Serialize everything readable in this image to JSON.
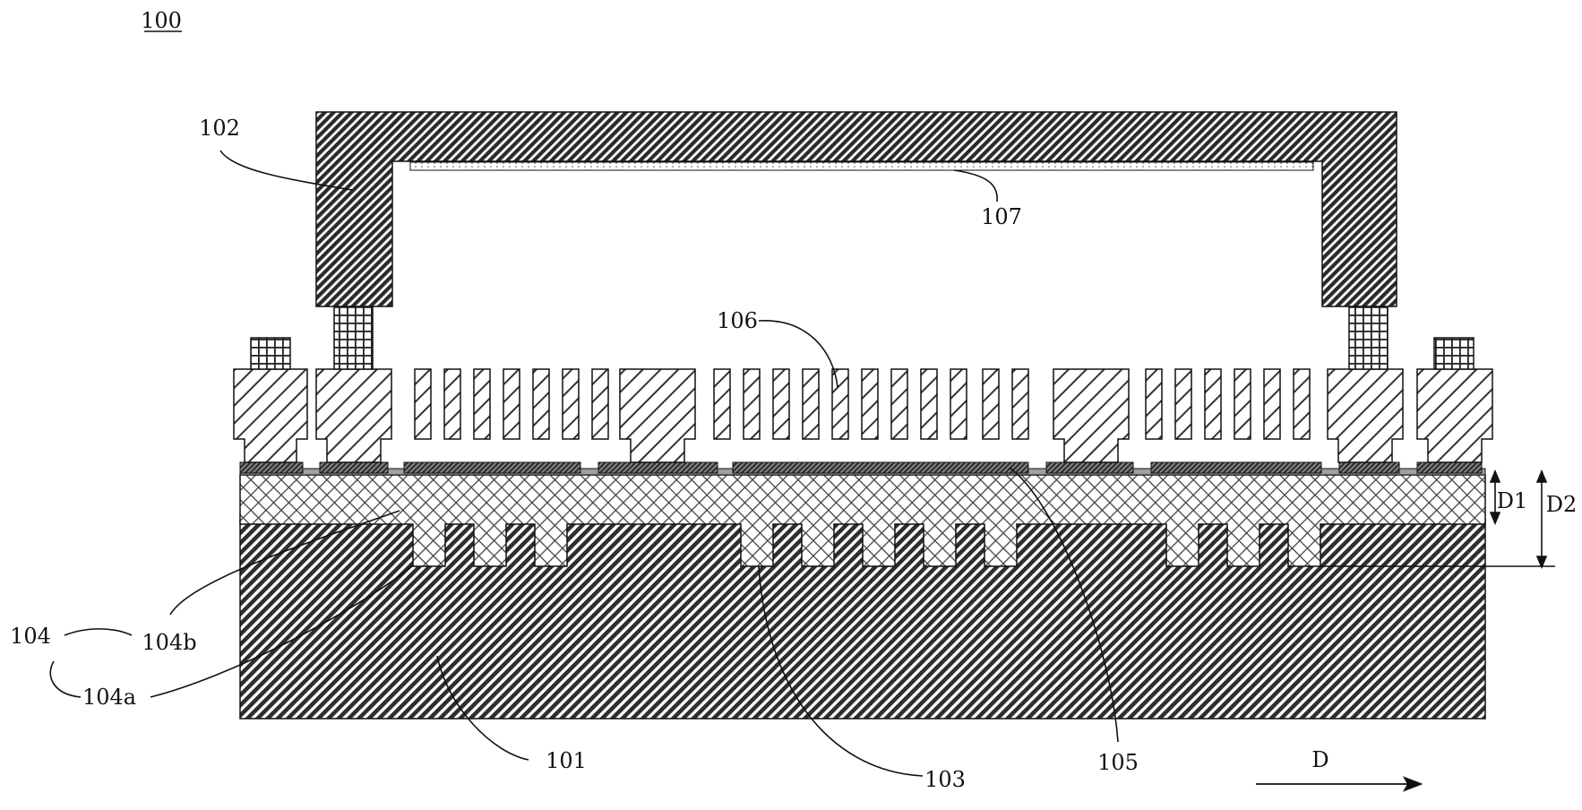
{
  "figure_number": "100",
  "labels": {
    "cap": "102",
    "layer_107": "107",
    "array_106": "106",
    "layer_105": "105",
    "substrate": "101",
    "trenches": "103",
    "group_104": "104",
    "sub_104a": "104a",
    "sub_104b": "104b",
    "dim_d1": "D1",
    "dim_d2": "D2",
    "direction": "D"
  }
}
